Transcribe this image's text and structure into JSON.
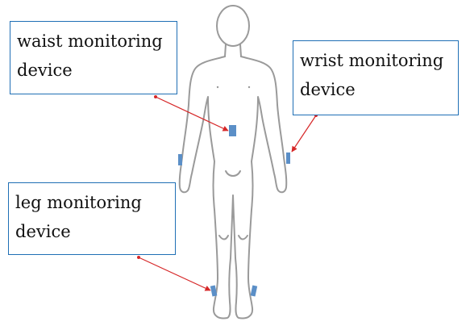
{
  "labels": {
    "waist": {
      "line1": "waist monitoring",
      "line2": "device"
    },
    "wrist": {
      "line1": "wrist monitoring",
      "line2": "device"
    },
    "leg": {
      "line1": "leg monitoring",
      "line2": "device"
    }
  },
  "colors": {
    "box_border": "#1f6fb5",
    "device_fill": "#5b8fc7",
    "arrow": "#d62728",
    "body_outline": "#9a9a9a"
  }
}
